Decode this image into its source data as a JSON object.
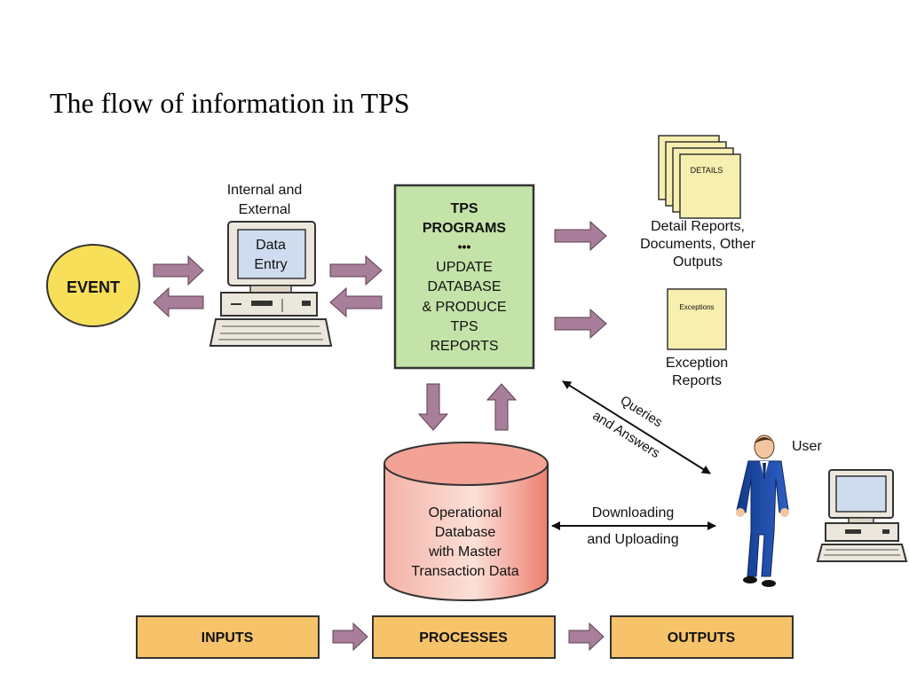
{
  "title": "The flow of information in TPS",
  "event_label": "EVENT",
  "terminal": {
    "caption_line1": "Internal and",
    "caption_line2": "External",
    "screen_line1": "Data",
    "screen_line2": "Entry"
  },
  "tps_box": {
    "line1": "TPS",
    "line2": "PROGRAMS",
    "dots": "•••",
    "line3": "UPDATE",
    "line4": "DATABASE",
    "line5": "& PRODUCE",
    "line6": "TPS",
    "line7": "REPORTS"
  },
  "detail_doc": {
    "tag": "DETAILS",
    "caption_line1": "Detail Reports,",
    "caption_line2": "Documents, Other",
    "caption_line3": "Outputs"
  },
  "exception_doc": {
    "tag": "Exceptions",
    "caption_line1": "Exception",
    "caption_line2": "Reports"
  },
  "queries": {
    "line1": "Queries",
    "line2": "and Answers"
  },
  "user_label": "User",
  "database": {
    "line1": "Operational",
    "line2": "Database",
    "line3": "with Master",
    "line4": "Transaction Data"
  },
  "download": {
    "line1": "Downloading",
    "line2": "and Uploading"
  },
  "pipeline": {
    "inputs": "INPUTS",
    "processes": "PROCESSES",
    "outputs": "OUTPUTS"
  },
  "colors": {
    "arrow": "#a87e9a",
    "event_fill": "#f8df5a",
    "tps_fill": "#c3e3a8",
    "doc_fill": "#f7efb0",
    "db_fill": "#f3a296",
    "pipeline_fill": "#f6c36b",
    "screen_fill": "#cfdcef"
  }
}
